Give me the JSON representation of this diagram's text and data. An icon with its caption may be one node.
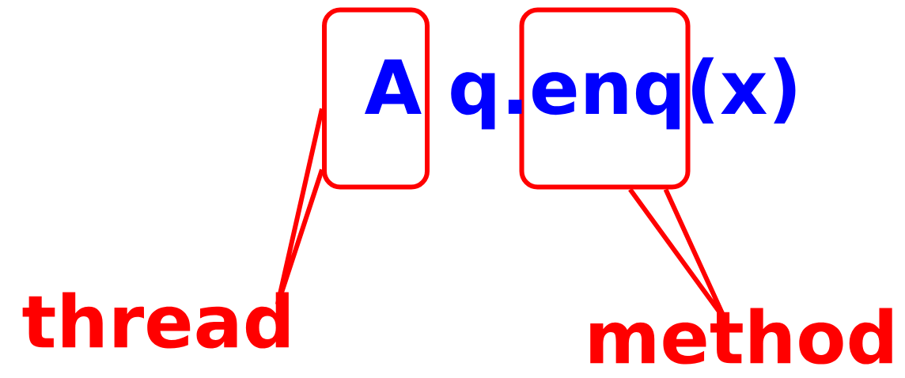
{
  "diagram": {
    "nodes": [
      {
        "text": [],
        "shape": "box"
      },
      {
        "text": [],
        "shape": "box"
      },
      {
        "text": [
          "thread"
        ]
      },
      {
        "text": [
          "method"
        ]
      }
    ],
    "edges": [
      {
        "from": 2,
        "to": 0,
        "arrow": "none"
      },
      {
        "from": 3,
        "to": 1,
        "arrow": "none"
      }
    ],
    "labels": [
      "A q.enq(x)"
    ]
  }
}
